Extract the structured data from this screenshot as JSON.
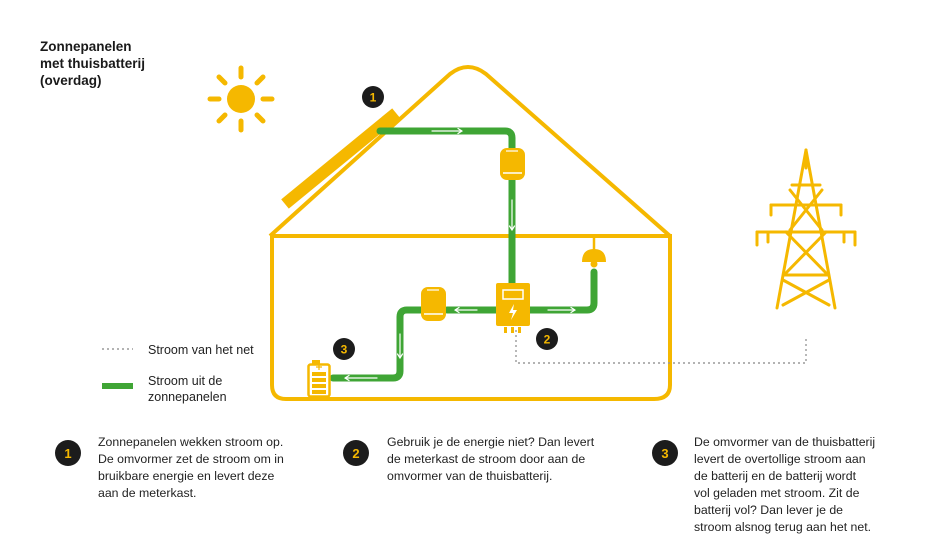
{
  "title_lines": [
    "Zonnepanelen",
    "met thuisbatterij",
    "(overdag)"
  ],
  "diagram_markers": [
    "1",
    "2",
    "3"
  ],
  "legend": {
    "grid_label": "Stroom van het net",
    "solar_label_lines": [
      "Stroom uit de",
      "zonnepanelen"
    ]
  },
  "steps": [
    {
      "number": "1",
      "lines": [
        "Zonnepanelen wekken stroom op.",
        "De omvormer zet de stroom om in",
        "bruikbare energie en levert deze",
        "aan de meterkast."
      ]
    },
    {
      "number": "2",
      "lines": [
        "Gebruik je de energie niet? Dan levert",
        "de meterkast de stroom door aan de",
        "omvormer van de thuisbatterij."
      ]
    },
    {
      "number": "3",
      "lines": [
        "De omvormer van de thuisbatterij",
        "levert de overtollige stroom aan",
        "de batterij en de batterij wordt",
        "vol geladen met stroom. Zit de",
        "batterij vol? Dan lever je de",
        "stroom alsnog terug aan het net."
      ]
    }
  ],
  "colors": {
    "accent_yellow": "#f5b800",
    "solar_green": "#3fa535",
    "badge_dark": "#1c1c1c",
    "grid_line_gray": "#9a9a9a"
  },
  "icons": [
    "sun-icon",
    "solar-panel-icon",
    "inverter-icon",
    "meter-box-icon",
    "lamp-icon",
    "battery-icon",
    "power-pylon-icon"
  ]
}
